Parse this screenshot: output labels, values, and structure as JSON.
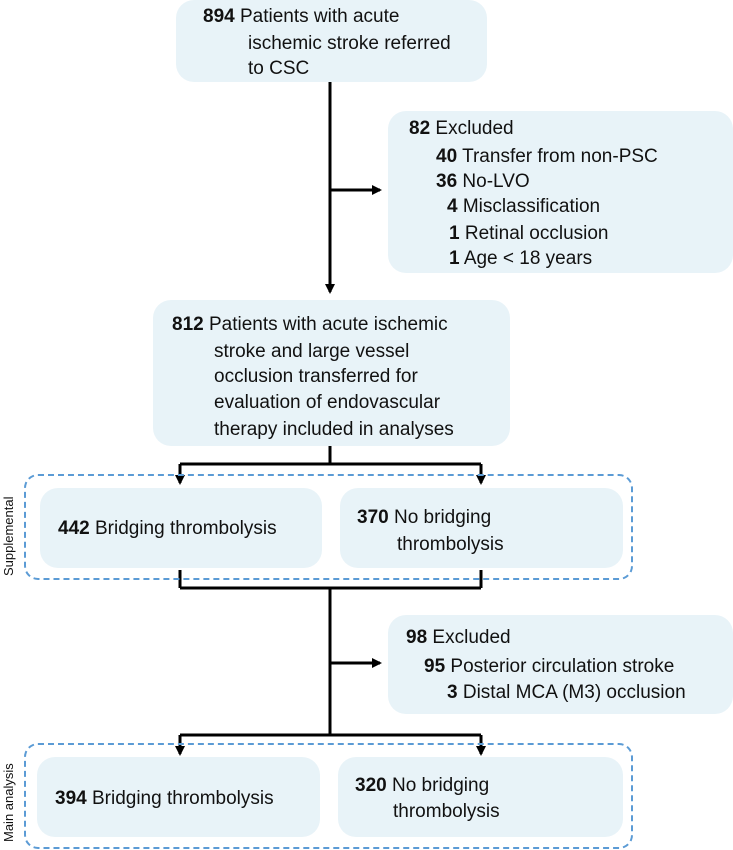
{
  "start": {
    "n": "894",
    "l1": "Patients with acute",
    "l2": "ischemic stroke referred",
    "l3": "to CSC"
  },
  "excluded1": {
    "n": "82",
    "label": "Excluded",
    "items": [
      {
        "n": "40",
        "label": "Transfer from non-PSC"
      },
      {
        "n": "36",
        "label": "No-LVO"
      },
      {
        "n": "4",
        "label": "Misclassification"
      },
      {
        "n": "1",
        "label": "Retinal occlusion"
      },
      {
        "n": "1",
        "label": "Age < 18 years"
      }
    ]
  },
  "included": {
    "n": "812",
    "l1": "Patients with acute ischemic",
    "l2": "stroke and large vessel",
    "l3": "occlusion transferred for",
    "l4": "evaluation of endovascular",
    "l5": "therapy included in analyses"
  },
  "supplemental": {
    "label": "Supplemental",
    "left": {
      "n": "442",
      "label": "Bridging thrombolysis"
    },
    "right": {
      "n": "370",
      "l1": "No bridging",
      "l2": "thrombolysis"
    }
  },
  "excluded2": {
    "n": "98",
    "label": "Excluded",
    "items": [
      {
        "n": "95",
        "label": "Posterior circulation stroke"
      },
      {
        "n": "3",
        "label": "Distal MCA (M3) occlusion"
      }
    ]
  },
  "main": {
    "label": "Main analysis",
    "left": {
      "n": "394",
      "label": "Bridging thrombolysis"
    },
    "right": {
      "n": "320",
      "l1": "No bridging",
      "l2": "thrombolysis"
    }
  }
}
